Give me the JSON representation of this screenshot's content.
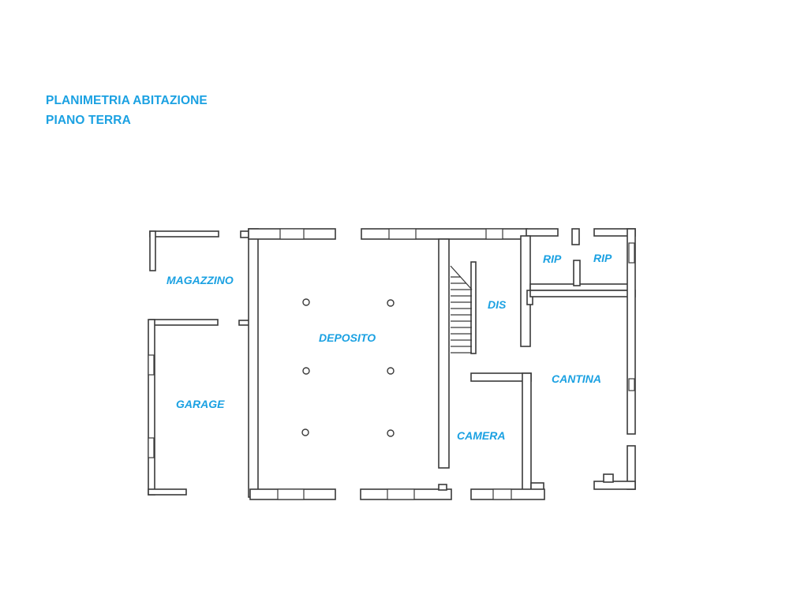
{
  "title": {
    "line1": "PLANIMETRIA ABITAZIONE",
    "line2": "PIANO TERRA"
  },
  "rooms": {
    "magazzino": "MAGAZZINO",
    "deposito": "DEPOSITO",
    "garage": "GARAGE",
    "dis": "DIS",
    "rip1": "RIP",
    "rip2": "RIP",
    "cantina": "CANTINA",
    "camera": "CAMERA"
  },
  "colors": {
    "label": "#1ba1e2",
    "wall": "#3a3a3a"
  }
}
